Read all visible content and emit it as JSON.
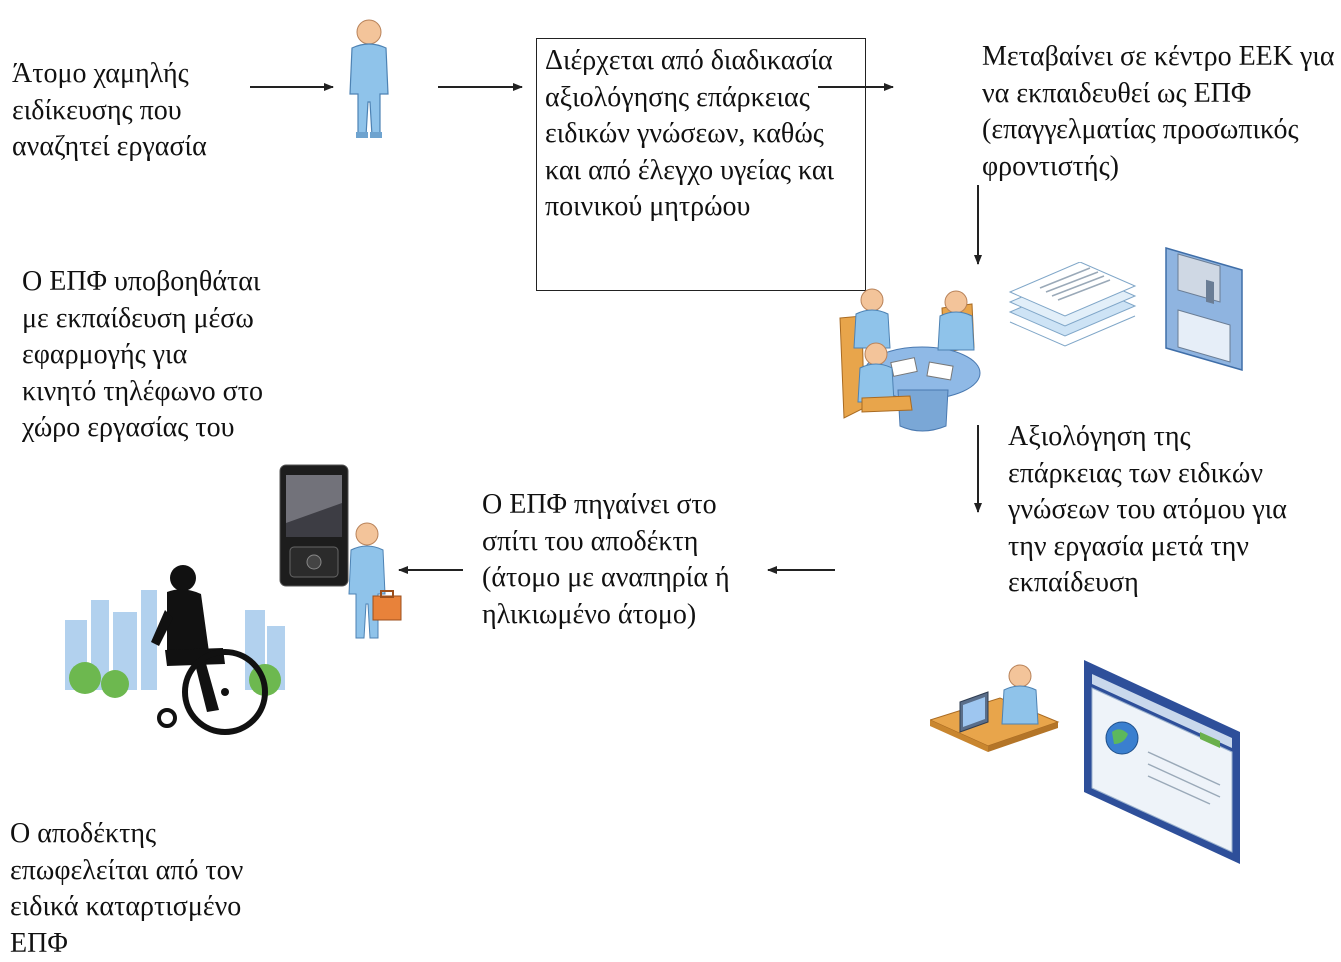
{
  "steps": {
    "job_seeker": "Άτομο χαμηλής ειδίκευσης που αναζητεί εργασία",
    "assessment_box": "Διέρχεται από διαδικασία αξιολόγησης επάρκειας  ειδικών γνώσεων, καθώς και από έλεγχο υγείας και ποινικού μητρώου",
    "training_center": "Μεταβαίνει σε κέντρο ΕΕΚ για να εκπαιδευθεί ως ΕΠΦ (επαγγελματίας προσωπικός φροντιστής)",
    "post_training_assessment": "Αξιολόγηση της επάρκειας των ειδικών γνώσεων του ατόμου για την εργασία μετά την εκπαίδευση",
    "home_visit": "Ο ΕΠΦ  πηγαίνει στο σπίτι του αποδέκτη (άτομο με αναπηρία ή ηλικιωμένο άτομο)",
    "mobile_support": "Ο ΕΠΦ υποβοηθάται με εκπαίδευση μέσω εφαρμογής για κινητό τηλέφωνο στο χώρο εργασίας του",
    "recipient_benefit": "Ο αποδέκτης επωφελείται από τον ειδικά καταρτισμένο ΕΠΦ"
  },
  "icons": {
    "person": "person-icon",
    "meeting": "meeting-table-icon",
    "documents": "document-stack-icon",
    "floppy": "floppy-disk-icon",
    "computer_user": "computer-user-icon",
    "browser": "web-browser-icon",
    "phone": "mobile-phone-icon",
    "caregiver": "caregiver-briefcase-icon",
    "wheelchair": "wheelchair-user-icon"
  },
  "colors": {
    "person_body": "#8fc3ea",
    "person_head": "#f3c49a",
    "table": "#8fb9e6",
    "chairs": "#e8a54b",
    "briefcase": "#e8823a",
    "browser_frame": "#2e4f9a"
  }
}
